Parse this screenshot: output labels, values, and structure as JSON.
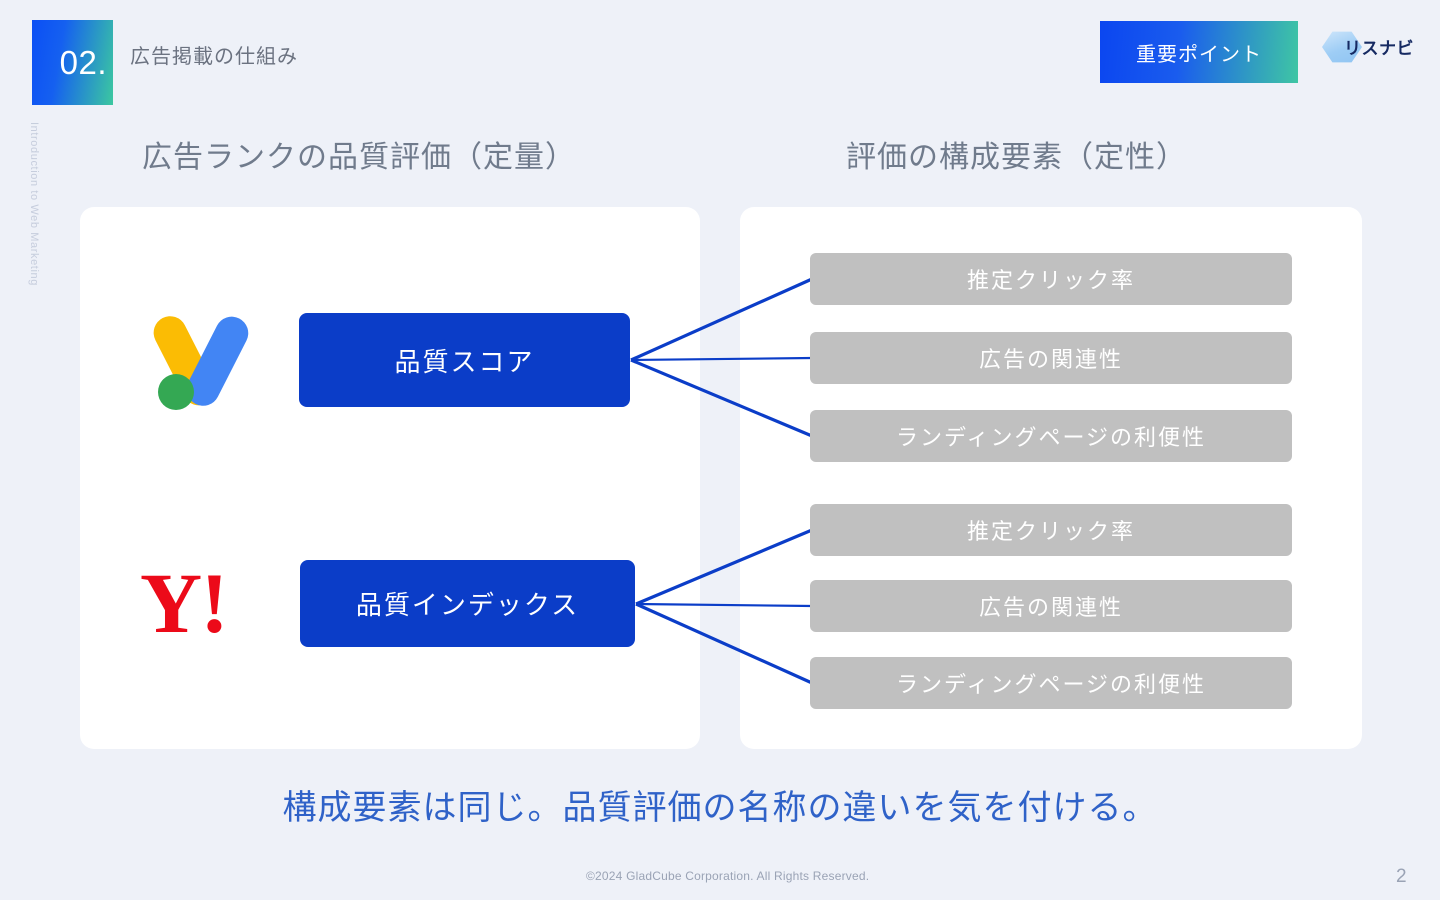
{
  "header": {
    "section_number": "02.",
    "section_title": "広告掲載の仕組み",
    "point_badge": "重要ポイント",
    "logo_text": "リスナビ"
  },
  "side_label": "Introduction to Web Marketing",
  "sections": {
    "left_heading": "広告ランクの品質評価（定量）",
    "right_heading": "評価の構成要素（定性）"
  },
  "left_column": {
    "rows": [
      {
        "platform_icon": "google-ads-logo",
        "label": "品質スコア"
      },
      {
        "platform_icon": "yahoo-logo",
        "platform_mark": "Y!",
        "label": "品質インデックス"
      }
    ]
  },
  "right_column": {
    "group_google": [
      "推定クリック率",
      "広告の関連性",
      "ランディングページの利便性"
    ],
    "group_yahoo": [
      "推定クリック率",
      "広告の関連性",
      "ランディングページの利便性"
    ]
  },
  "conclusion": "構成要素は同じ。品質評価の名称の違いを気を付ける。",
  "footer": {
    "copyright": "©2024 GladCube Corporation. All Rights Reserved.",
    "page_number": "2"
  },
  "colors": {
    "background": "#eef1f8",
    "card": "#ffffff",
    "accent_blue": "#0b3dc8",
    "gradient_start": "#0b4ff5",
    "gradient_end": "#3cc8a0",
    "gray_box": "#c0c0c0",
    "conclusion_text": "#2f62c8",
    "yahoo_red": "#ec0a19"
  }
}
